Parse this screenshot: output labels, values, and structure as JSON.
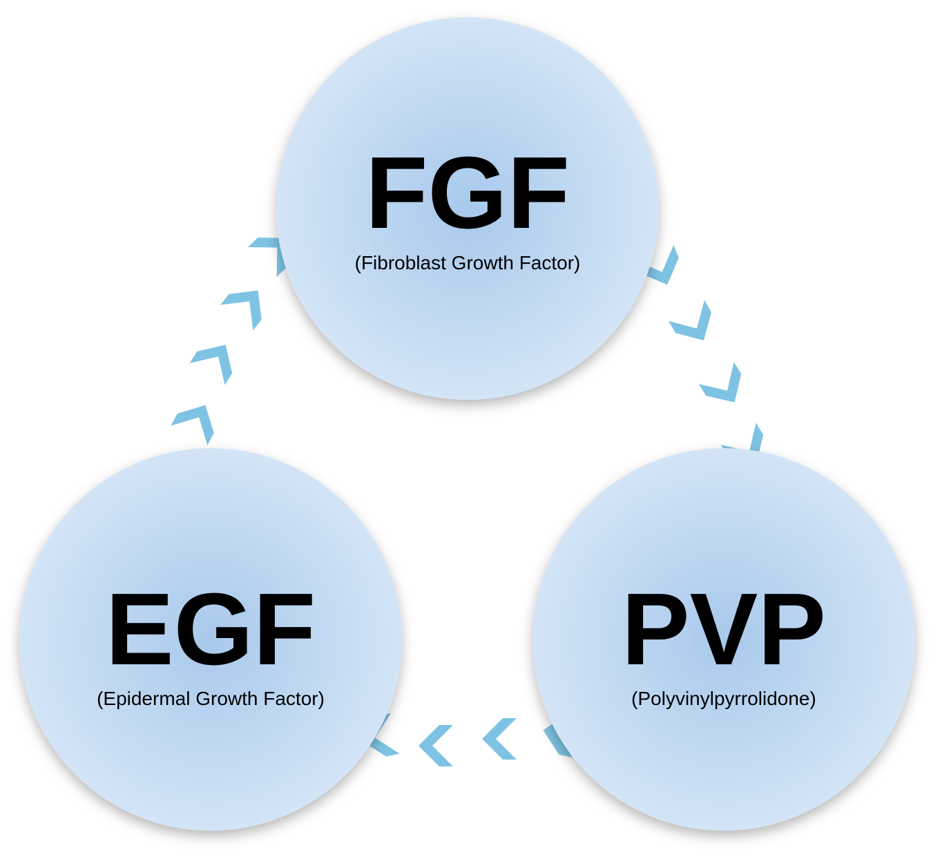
{
  "diagram": {
    "colors": {
      "circle_center": "#a8c9ec",
      "circle_edge": "#d3e4f6",
      "arrow": "#7ec3e3",
      "text": "#000000"
    },
    "nodes": [
      {
        "id": "fgf",
        "abbr": "FGF",
        "full": "(Fibroblast Growth Factor)"
      },
      {
        "id": "egf",
        "abbr": "EGF",
        "full": "(Epidermal Growth Factor)"
      },
      {
        "id": "pvp",
        "abbr": "PVP",
        "full": "(Polyvinylpyrrolidone)"
      }
    ],
    "cycle": [
      {
        "from": "fgf",
        "to": "pvp",
        "icon": "chevron-right-icon"
      },
      {
        "from": "pvp",
        "to": "egf",
        "icon": "chevron-left-icon"
      },
      {
        "from": "egf",
        "to": "fgf",
        "icon": "chevron-up-icon"
      }
    ]
  }
}
